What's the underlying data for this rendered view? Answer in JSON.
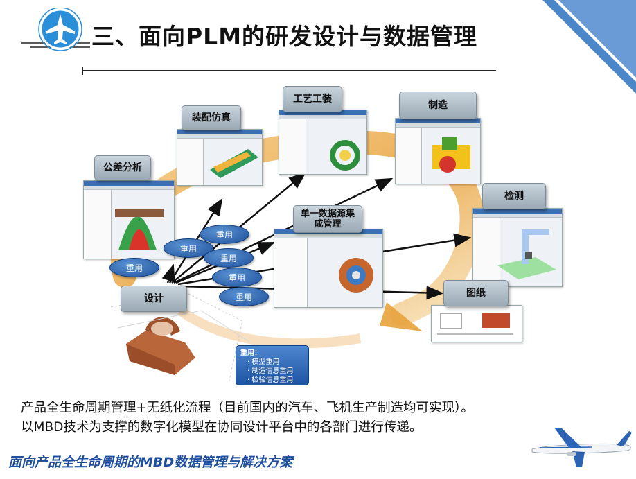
{
  "header": {
    "title": "三、面向PLM的研发设计与数据管理",
    "logo_icon": "airplane-icon"
  },
  "diagram": {
    "stages": {
      "tolerance": "公差分析",
      "assembly": "装配仿真",
      "process": "工艺工装",
      "manufacture": "制造",
      "inspection": "检测",
      "drawing": "图纸",
      "design": "设计",
      "data_hub": "单一数据源集\n成管理"
    },
    "reuse_label": "重用",
    "callout": {
      "heading": "重用：",
      "items": [
        "模型重用",
        "制造信息重用",
        "检验信息重用"
      ],
      "bullet": "·"
    },
    "colors": {
      "cycle_arrow": "#e8a23c",
      "reuse_oval": "#1d4f9a",
      "stage_box": "#aab8c2",
      "corner_accent": "#4a86c8"
    }
  },
  "body": {
    "line1": "产品全生命周期管理+无纸化流程（目前国内的汽车、飞机生产制造均可实现）。",
    "line2": "以MBD技术为支撑的数字化模型在协同设计平台中的各部门进行传递。"
  },
  "footer": {
    "tagline": "面向产品全生命周期的MBD数据管理与解决方案",
    "image_icon": "passenger-jet-icon"
  }
}
